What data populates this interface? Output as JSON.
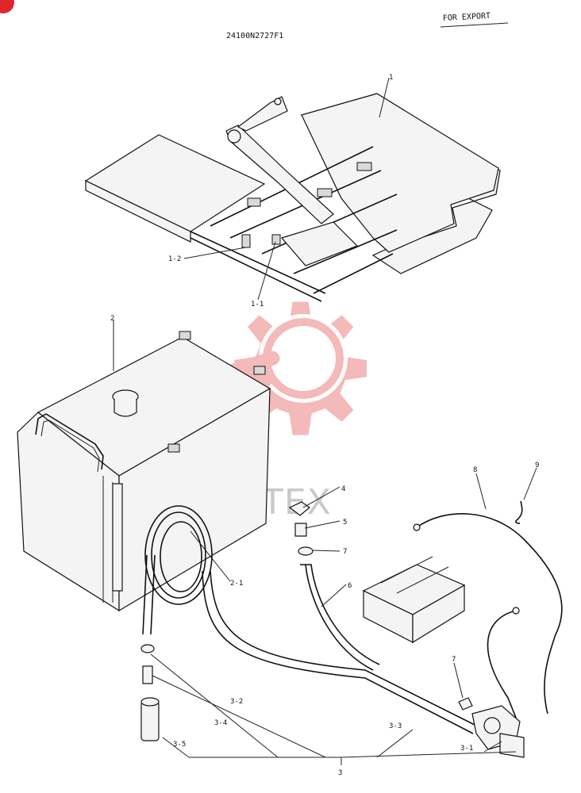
{
  "header": {
    "drawing_number": "24100N2727F1",
    "export_note": "FOR EXPORT"
  },
  "watermark": {
    "text": "ИНТЕХ",
    "color": "#e23a3a"
  },
  "callouts": [
    {
      "id": "1",
      "text": "1"
    },
    {
      "id": "1-1",
      "text": "1-1"
    },
    {
      "id": "1-2",
      "text": "1-2"
    },
    {
      "id": "2",
      "text": "2"
    },
    {
      "id": "2-1",
      "text": "2-1"
    },
    {
      "id": "3",
      "text": "3"
    },
    {
      "id": "3-1",
      "text": "3-1"
    },
    {
      "id": "3-2",
      "text": "3-2"
    },
    {
      "id": "3-3",
      "text": "3-3"
    },
    {
      "id": "3-4",
      "text": "3-4"
    },
    {
      "id": "3-5",
      "text": "3-5"
    },
    {
      "id": "4",
      "text": "4"
    },
    {
      "id": "5",
      "text": "5"
    },
    {
      "id": "6",
      "text": "6"
    },
    {
      "id": "7a",
      "text": "7"
    },
    {
      "id": "7b",
      "text": "7"
    },
    {
      "id": "8",
      "text": "8"
    },
    {
      "id": "9",
      "text": "9"
    }
  ]
}
